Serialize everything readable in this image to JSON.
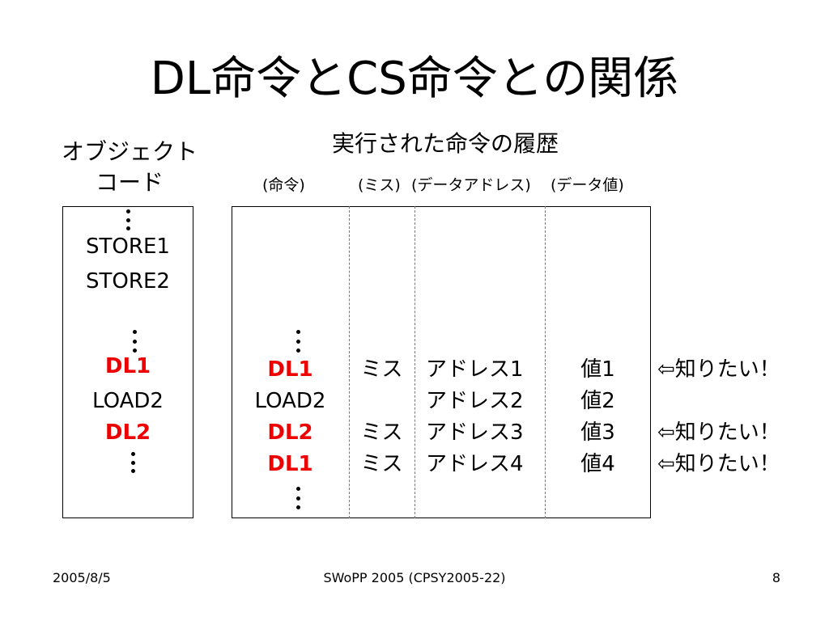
{
  "slide": {
    "title": "DL命令とCS命令との関係",
    "object_code_caption": [
      "オブジェクト",
      "コード"
    ],
    "history_caption": "実行された命令の履歴",
    "column_headers": {
      "instruction": "(命令)",
      "miss": "(ミス)",
      "data_address": "(データアドレス)",
      "data_value": "(データ値)"
    },
    "object_code": [
      "STORE1",
      "STORE2",
      "DL1",
      "LOAD2",
      "DL2"
    ],
    "history_rows": [
      {
        "instruction": "DL1",
        "miss": "ミス",
        "address": "アドレス1",
        "value": "値1",
        "note": "知りたい！"
      },
      {
        "instruction": "LOAD2",
        "miss": "",
        "address": "アドレス2",
        "value": "値2",
        "note": ""
      },
      {
        "instruction": "DL2",
        "miss": "ミス",
        "address": "アドレス3",
        "value": "値3",
        "note": "知りたい！"
      },
      {
        "instruction": "DL1",
        "miss": "ミス",
        "address": "アドレス4",
        "value": "値4",
        "note": "知りたい！"
      }
    ],
    "note_arrow": "⇦"
  },
  "footer": {
    "date": "2005/8/5",
    "conference": "SWoPP 2005 (CPSY2005-22)",
    "page_number": "8"
  },
  "colors": {
    "highlight": "#ee0000",
    "text": "#000000",
    "divider": "#777777"
  }
}
